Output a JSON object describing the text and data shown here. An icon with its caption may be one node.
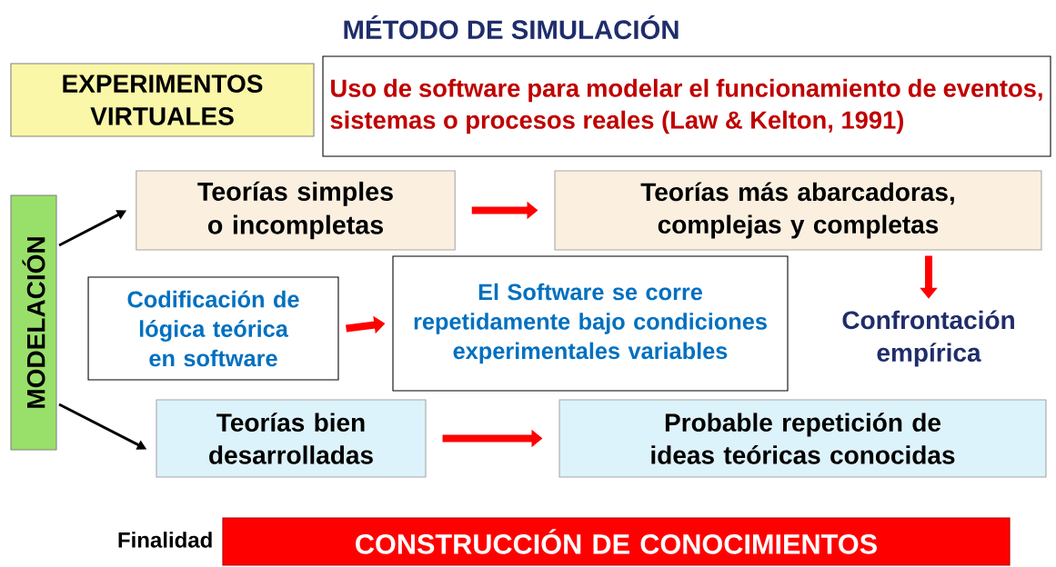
{
  "diagram": {
    "title": "MÉTODO DE SIMULACIÓN",
    "nodes": [
      {
        "text": [
          "EXPERIMENTOS VIRTUALES"
        ]
      },
      {
        "text": [
          "Uso de software para modelar el funcionamiento de eventos, sistemas o procesos reales (Law & Kelton, 1991)"
        ]
      },
      {
        "text": [
          "MODELACIÓN"
        ]
      },
      {
        "text": [
          "Teorías simples o incompletas"
        ]
      },
      {
        "text": [
          "Teorías más abarcadoras, complejas y completas"
        ]
      },
      {
        "text": [
          "Codificación de lógica teórica en software"
        ]
      },
      {
        "text": [
          "El Software se corre repetidamente bajo condiciones experimentales variables"
        ]
      },
      {
        "text": [
          "Confrontación empírica"
        ]
      },
      {
        "text": [
          "Teorías bien desarrolladas"
        ]
      },
      {
        "text": [
          "Probable repetición de ideas teóricas conocidas"
        ]
      },
      {
        "text": [
          "CONSTRUCCIÓN DE CONOCIMIENTOS"
        ],
        "beside": [
          "Finalidad"
        ]
      }
    ],
    "edges": [
      {
        "from": 2,
        "to": 3,
        "arrow": "to",
        "color": "#000000"
      },
      {
        "from": 3,
        "to": 4,
        "arrow": "to"
      },
      {
        "from": 4,
        "to": 7,
        "arrow": "to"
      },
      {
        "from": 5,
        "to": 6,
        "arrow": "to"
      },
      {
        "from": 2,
        "to": 8,
        "arrow": "to",
        "color": "#000000"
      },
      {
        "from": 8,
        "to": 9,
        "arrow": "to"
      }
    ]
  }
}
